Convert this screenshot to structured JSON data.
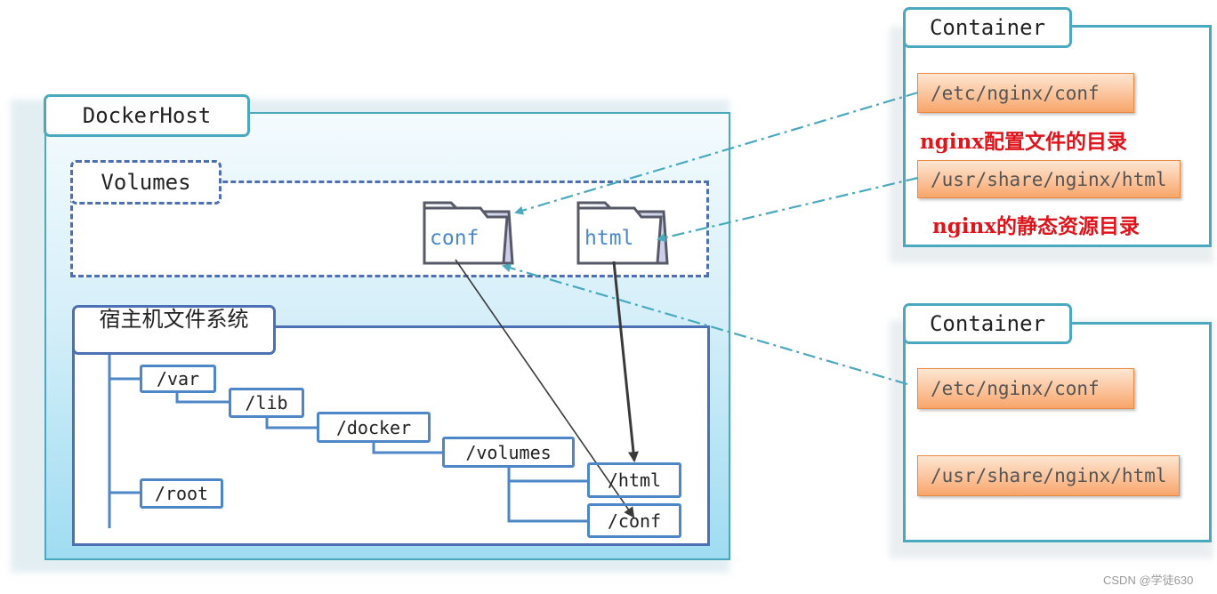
{
  "docker_host": {
    "title": "DockerHost",
    "volumes_title": "Volumes",
    "folders": {
      "conf": "conf",
      "html": "html"
    },
    "host_fs": {
      "title": "宿主机文件系统",
      "var": "/var",
      "lib": "/lib",
      "docker": "/docker",
      "volumes": "/volumes",
      "html": "/html",
      "conf": "/conf",
      "root": "/root"
    }
  },
  "containers": [
    {
      "title": "Container",
      "conf_path": "/etc/nginx/conf",
      "conf_note": "nginx配置文件的目录",
      "html_path": "/usr/share/nginx/html",
      "html_note": "nginx的静态资源目录"
    },
    {
      "title": "Container",
      "conf_path": "/etc/nginx/conf",
      "html_path": "/usr/share/nginx/html"
    }
  ],
  "watermark": "CSDN @学徒630",
  "colors": {
    "teal_border": "#4aa9bf",
    "blue_border": "#4d6fb3",
    "node_border": "#4d87c8",
    "orange_fill": "#fbc39a",
    "red_note": "#e0141b",
    "folder_label": "#4a88c9"
  }
}
